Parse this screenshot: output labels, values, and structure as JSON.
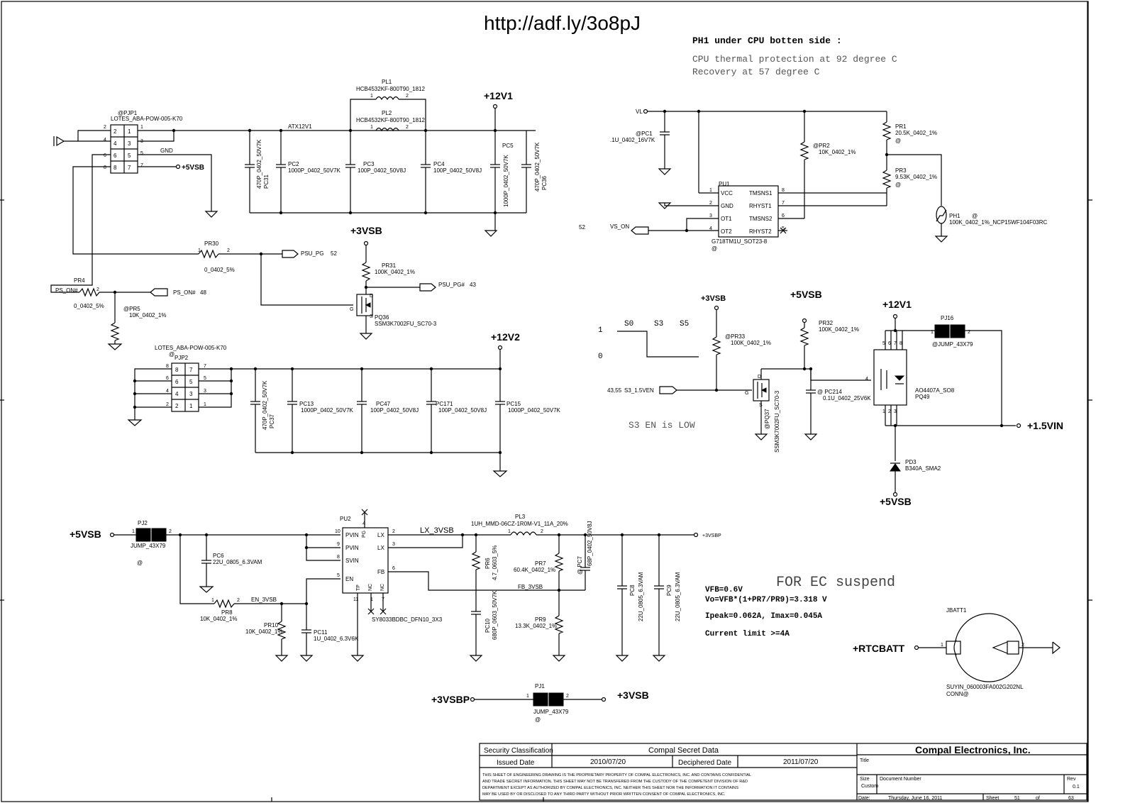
{
  "header": {
    "url": "http://adf.ly/3o8pJ",
    "ph1_title": "PH1 under CPU botten side :",
    "ph1_note1": "CPU thermal protection at 92 degree C",
    "ph1_note2": "Recovery at 57 degree C"
  },
  "rails": {
    "p12v1_a": "+12V1",
    "p12v2": "+12V2",
    "p3vsb_a": "+3VSB",
    "p3vsb_b": "+3VSB",
    "p3vsb_c": "+3VSB",
    "p5vsb_a": "+5VSB",
    "p5vsb_b": "+5VSB",
    "p5vsb_c": "+5VSB",
    "p12v1_b": "+12V1",
    "p15vin": "+1.5VIN",
    "p3vsbp": "+3VSBP",
    "p3vsbp_small": "+3VSBP",
    "rtcbatt": "+RTCBATT",
    "p5vsb_small": "+5VSB"
  },
  "nets": {
    "atx12v1": "ATX12V1",
    "gnd": "GND",
    "psu_pg": "PSU_PG",
    "psu_pg_ref": "52",
    "psu_pg_n": "PSU_PG#",
    "psu_pg_n_ref": "43",
    "ps_on_n": "PS_ON#",
    "ps_on_n_ref": "48",
    "ps_on_n_left": "PS_ON#",
    "vl": "VL",
    "vs_on": "VS_ON",
    "vs_on_ref": "52",
    "s3_en": "S3_1.5VEN",
    "s3_en_ref": "43,55",
    "lx_3vsb": "LX_3VSB",
    "fb_3vsb": "FB_3VSB",
    "en_3vsb": "EN_3VSB"
  },
  "components": {
    "pjp1_ref": "@PJP1",
    "pjp1_part": "LOTES_ABA-POW-005-K70",
    "pjp2_ref": "@",
    "pjp2_name": "PJP2",
    "pjp2_part": "LOTES_ABA-POW-005-K70",
    "pl1": "PL1",
    "pl1_val": "HCB4532KF-800T90_1812",
    "pl2": "PL2",
    "pl2_val": "HCB4532KF-800T90_1812",
    "pc31": "PC31",
    "pc31_val": "470P_0402_50V7K",
    "pc2": "PC2",
    "pc2_val": "1000P_0402_50V7K",
    "pc3": "PC3",
    "pc3_val": "100P_0402_50V8J",
    "pc4": "PC4",
    "pc4_val": "100P_0402_50V8J",
    "pc5": "PC5",
    "pc5_val": "1000P_0402_50V7K",
    "pc36": "PC36",
    "pc36_val": "470P_0402_50V7K",
    "pr30": "PR30",
    "pr30_val": "0_0402_5%",
    "pr31": "PR31",
    "pr31_val": "100K_0402_1%",
    "pr4": "PR4",
    "pr4_val": "0_0402_5%",
    "pr5": "@PR5",
    "pr5_val": "10K_0402_1%",
    "pq36": "PQ36",
    "pq36_val": "SSM3K7002FU_SC70-3",
    "pc37": "PC37",
    "pc37_val": "470P_0402_50V7K",
    "pc13": "PC13",
    "pc13_val": "1000P_0402_50V7K",
    "pc47": "PC47",
    "pc47_val": "100P_0402_50V8J",
    "pc171": "PC171",
    "pc171_val": "100P_0402_50V8J",
    "pc15": "PC15",
    "pc15_val": "1000P_0402_50V7K",
    "pc1": "@PC1",
    "pc1_val": ".1U_0402_16V7K",
    "pr2": "@PR2",
    "pr2_val": "10K_0402_1%",
    "pr1": "PR1",
    "pr1_val": "20.5K_0402_1%",
    "pr1_at": "@",
    "pr3": "PR3",
    "pr3_val": "9.53K_0402_1%",
    "pr3_at": "@",
    "ph1": "PH1",
    "ph1_at": "@",
    "ph1_val": "100K_0402_1%_NCP15WF104F03RC",
    "pu1": "PU1",
    "pu1_val": "G718TM1U_SOT23-8",
    "pu1_at": "@",
    "pu1_vcc": "VCC",
    "pu1_tmsns1": "TMSNS1",
    "pu1_gnd": "GND",
    "pu1_rhyst1": "RHYST1",
    "pu1_ot1": "OT1",
    "pu1_tmsns2": "TMSNS2",
    "pu1_ot2": "OT2",
    "pu1_rhyst2": "RHYST2",
    "pr33": "@PR33",
    "pr33_val": "100K_0402_1%",
    "pr32": "PR32",
    "pr32_val": "100K_0402_1%",
    "pq37": "@PQ37",
    "pq37_val": "SSM3K7002FU_SC70-3",
    "pc214": "@ PC214",
    "pc214_val": "0.1U_0402_25V6K",
    "pj16": "PJ16",
    "pj16_val": "@JUMP_43X79",
    "pq49_val": "AO4407A_SO8",
    "pq49": "PQ49",
    "pd3": "PD3",
    "pd3_val": "B340A_SMA2",
    "pj2": "PJ2",
    "pj2_val": "JUMP_43X79",
    "pj2_at": "@",
    "pc6": "PC6",
    "pc6_val": "22U_0805_6.3VAM",
    "pu2": "PU2",
    "pu2_val": "SY8033BDBC_DFN10_3X3",
    "pu2_pvin1": "PVIN",
    "pu2_pvin2": "PVIN",
    "pu2_svin": "SVIN",
    "pu2_en": "EN",
    "pu2_lx1": "LX",
    "pu2_lx2": "LX",
    "pu2_fb": "FB",
    "pu2_pg": "PG",
    "pu2_tp": "TP",
    "pu2_nc1": "NC",
    "pu2_nc2": "NC",
    "pl3": "PL3",
    "pl3_val": "1UH_MMD-06CZ-1R0M-V1_11A_20%",
    "pr6": "PR6",
    "pr6_val": "4.7_0603_5%",
    "pr7": "PR7",
    "pr7_val": "60.4K_0402_1%",
    "pc7": "@ PC7",
    "pc7_val": "68P_0402_50V8J",
    "pc8": "PC8",
    "pc8_val": "22U_0805_6.3VAM",
    "pc9": "PC9",
    "pc9_val": "22U_0805_6.3VAM",
    "pc10": "PC10",
    "pc10_val": "680P_0603_50V7K",
    "pr9": "PR9",
    "pr9_val": "13.3K_0402_1%",
    "pr8": "PR8",
    "pr8_val": "10K_0402_1%",
    "pr10": "PR10",
    "pr10_val": "10K_0402_1%",
    "pc11": "PC11",
    "pc11_val": "1U_0402_6.3V6K",
    "pj1": "PJ1",
    "pj1_val": "JUMP_43X79",
    "pj1_at": "@",
    "jbatt1": "JBATT1",
    "jbatt1_val": "SUYIN_060003FA002G202NL",
    "jbatt1_conn": "CONN@"
  },
  "notes": {
    "s0": "S0",
    "s3": "S3",
    "s5": "S5",
    "lvl1": "1",
    "lvl0": "0",
    "s3_low": "S3 EN is LOW",
    "ec_suspend": "FOR EC suspend",
    "vfb": "VFB=0.6V",
    "vo": "Vo=VFB*(1+PR7/PR9)=3.318 V",
    "ipeak": "Ipeak=0.062A, Imax=0.045A",
    "ilimit": "Current limit >=4A"
  },
  "title_block": {
    "security_label": "Security Classification",
    "security_value": "Compal Secret Data",
    "issued_label": "Issued Date",
    "issued_value": "2010/07/20",
    "deciphered_label": "Deciphered Date",
    "deciphered_value": "2011/07/20",
    "company": "Compal Electronics, Inc.",
    "title_label": "Title",
    "disclaimer1": "THIS SHEET OF ENGINEERING DRAWING IS THE PROPRIETARY PROPERTY OF COMPAL ELECTRONICS, INC. AND CONTAINS CONFIDENTIAL",
    "disclaimer2": "AND TRADE SECRET INFORMATION. THIS SHEET MAY NOT BE TRANSFERED FROM THE CUSTODY OF THE COMPETENT DIVISION OF R&D",
    "disclaimer3": "DEPARTMENT EXCEPT AS AUTHORIZED BY COMPAL ELECTRONICS, INC. NEITHER THIS SHEET NOR THE INFORMATION IT CONTAINS",
    "disclaimer4": "MAY BE USED BY OR DISCLOSED TO ANY THIRD PARTY WITHOUT PRIOR WRITTEN CONSENT OF COMPAL ELECTRONICS, INC.",
    "size_label": "Size",
    "size_value": "Custom",
    "docnum_label": "Document Number",
    "rev_label": "Rev",
    "rev_value": "0.1",
    "date_label": "Date:",
    "date_value": "Thursday, June 16, 2011",
    "sheet_label": "Sheet",
    "sheet_value": "51",
    "of_label": "of",
    "of_value": "63"
  }
}
